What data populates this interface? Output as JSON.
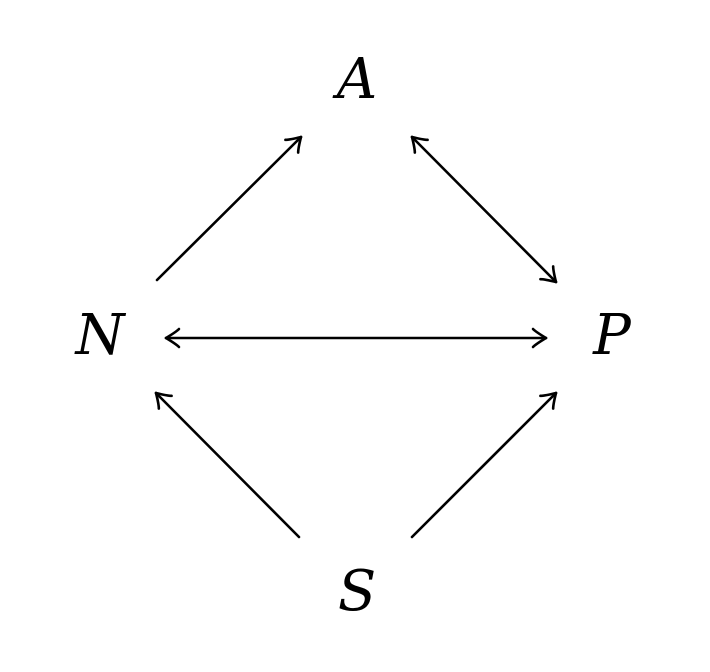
{
  "nodes": {
    "a": {
      "label": "A"
    },
    "n": {
      "label": "N"
    },
    "p": {
      "label": "P"
    },
    "s": {
      "label": "S"
    }
  },
  "edges": [
    {
      "from": "N",
      "to": "A",
      "arrows": [
        "end"
      ]
    },
    {
      "from": "A",
      "to": "P",
      "arrows": [
        "start",
        "end"
      ]
    },
    {
      "from": "N",
      "to": "P",
      "arrows": [
        "start",
        "end"
      ]
    },
    {
      "from": "S",
      "to": "N",
      "arrows": [
        "end"
      ]
    },
    {
      "from": "S",
      "to": "P",
      "arrows": [
        "end"
      ]
    }
  ]
}
